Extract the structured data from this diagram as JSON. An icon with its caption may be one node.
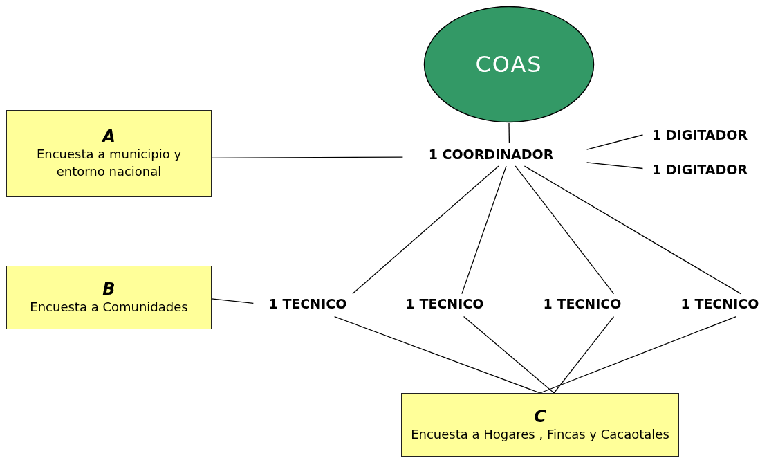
{
  "diagram": {
    "nodes": [
      {
        "text": [
          "COAS"
        ]
      },
      {
        "text": [
          "A",
          "Encuesta a municipio y entorno nacional"
        ]
      },
      {
        "text": [
          "1 COORDINADOR"
        ]
      },
      {
        "text": [
          "1 DIGITADOR"
        ]
      },
      {
        "text": [
          "1 DIGITADOR"
        ]
      },
      {
        "text": [
          "B",
          "Encuesta a Comunidades"
        ]
      },
      {
        "text": [
          "1 TECNICO"
        ]
      },
      {
        "text": [
          "1 TECNICO"
        ]
      },
      {
        "text": [
          "1 TECNICO"
        ]
      },
      {
        "text": [
          "1 TECNICO"
        ]
      },
      {
        "text": [
          "C",
          "Encuesta a Hogares , Fincas y Cacaotales"
        ]
      }
    ],
    "edges": [
      {
        "from": 0,
        "to": 2,
        "arrow": "none"
      },
      {
        "from": 1,
        "to": 2,
        "arrow": "none"
      },
      {
        "from": 2,
        "to": 3,
        "arrow": "none"
      },
      {
        "from": 2,
        "to": 4,
        "arrow": "none"
      },
      {
        "from": 2,
        "to": 6,
        "arrow": "none"
      },
      {
        "from": 2,
        "to": 7,
        "arrow": "none"
      },
      {
        "from": 2,
        "to": 8,
        "arrow": "none"
      },
      {
        "from": 2,
        "to": 9,
        "arrow": "none"
      },
      {
        "from": 5,
        "to": 6,
        "arrow": "none"
      },
      {
        "from": 6,
        "to": 10,
        "arrow": "none"
      },
      {
        "from": 7,
        "to": 10,
        "arrow": "none"
      },
      {
        "from": 8,
        "to": 10,
        "arrow": "none"
      },
      {
        "from": 9,
        "to": 10,
        "arrow": "none"
      }
    ]
  }
}
